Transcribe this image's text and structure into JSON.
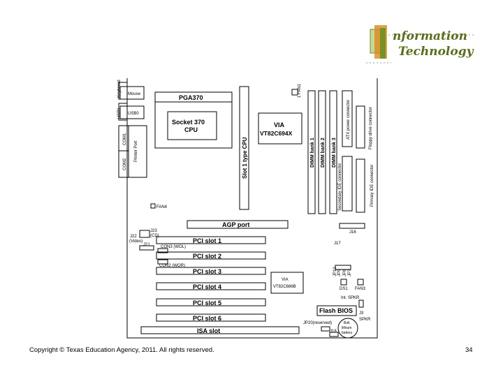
{
  "logo": {
    "line1": "nformation",
    "line2": "Technology",
    "letter": "I",
    "colors": {
      "green": "#6b8e23",
      "orange": "#d98a1c",
      "text": "#5a6e1c"
    }
  },
  "board": {
    "left_ports": {
      "keyboard": "Keyboard",
      "mouse": "Mouse",
      "usb1": "USB1",
      "usb0": "USB0",
      "com1": "COM1",
      "com2": "COM2",
      "printer": "Printer Port"
    },
    "pga": "PGA370",
    "socket": [
      "Socket 370",
      "CPU"
    ],
    "slot1": "Slot 1 type CPU",
    "via_north": [
      "VIA",
      "VT82C694X"
    ],
    "fan1": "1 FAN1",
    "dimm": [
      "DIMM bank 1",
      "DIMM bank 2",
      "DIMM bank 3"
    ],
    "atx": "ATX power connector",
    "floppy": "Floppy drive connector",
    "secondary_ide": "Secondary IDE connector",
    "primary_ide": "Primary IDE connector",
    "fan4": "FAN4",
    "j23": "J23",
    "cd": "(CD)",
    "j22": "J22",
    "video": "(Video)",
    "j21": "J21",
    "con3": "CON3 (WOL)",
    "con2": "CON2 (WOR)",
    "agp": "AGP port",
    "j16": "J16",
    "j17": "J17",
    "pci": [
      "PCI slot 1",
      "PCI slot 2",
      "PCI slot 3",
      "PCI slot 4",
      "PCI slot 5",
      "PCI slot 6"
    ],
    "via_south": [
      "VIA",
      "VT82C686B"
    ],
    "isa": "ISA slot",
    "jp": [
      "JP10",
      "JP9",
      "JP8",
      "JP7"
    ],
    "ds1": "DS1",
    "fan3": "FAN3",
    "int_spkr": "Int. SPKR",
    "j3": "J3",
    "flash": "Flash BIOS",
    "spkr": "SPKR",
    "jp20": "JP20(reserved)",
    "battery": [
      "Bolt",
      "lithium",
      "battery"
    ],
    "j18": "J18"
  },
  "footer": {
    "copyright": "Copyright © Texas Education Agency, 2011. All rights reserved.",
    "page": "34"
  }
}
